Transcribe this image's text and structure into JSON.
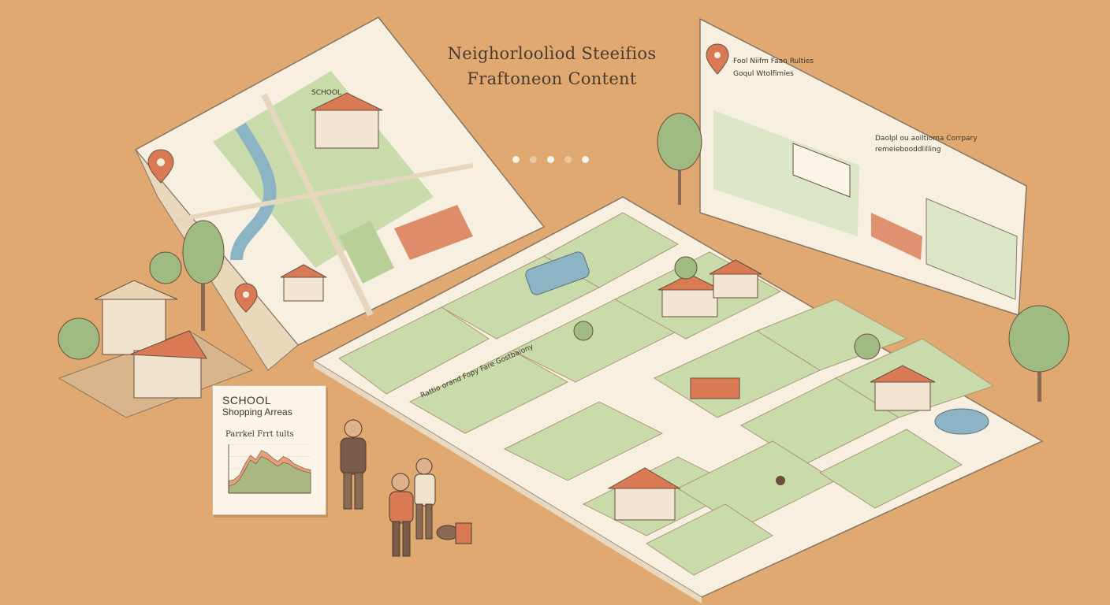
{
  "title": {
    "line1": "Neighorloolìod Steeifios",
    "line2": "Fraftoneon Content"
  },
  "carousel": {
    "count": 5,
    "active_index": 2
  },
  "info_card": {
    "title": "SCHOOL",
    "subtitle": "Shopping Arreas",
    "chart_title": "Parrkel Frrt tults"
  },
  "left_map": {
    "school_label": "SCHOOL"
  },
  "center_map": {
    "strip_label": "Rattio orand Fopy Fare Gostbaiony"
  },
  "right_panel": {
    "heading_lines": [
      "Fool Niifm Faan Rulties",
      "Goqul Wtolfimies"
    ],
    "text_lines": [
      "Daolpl ou aoiltioma Corrpary",
      "remeiebooddlilling"
    ]
  },
  "colors": {
    "background": "#e0a971",
    "paper": "#f7f0e1",
    "green": "#b9cf98",
    "terracotta": "#d97a54",
    "water": "#8db4c5",
    "ink": "#4a3b30"
  },
  "chart_data": {
    "type": "area",
    "title": "Parrkel Frrt tults",
    "x": [
      0,
      1,
      2,
      3,
      4,
      5,
      6,
      7,
      8,
      9,
      10,
      11,
      12,
      13,
      14,
      15
    ],
    "series": [
      {
        "values": [
          20,
          22,
          30,
          48,
          62,
          55,
          70,
          66,
          58,
          52,
          60,
          56,
          48,
          44,
          40,
          38
        ],
        "color": "#e08e66"
      },
      {
        "values": [
          12,
          14,
          22,
          38,
          54,
          48,
          60,
          56,
          50,
          44,
          50,
          48,
          42,
          38,
          35,
          33
        ],
        "color": "#9fbb82"
      }
    ],
    "ylim": [
      0,
      80
    ],
    "grid": true
  }
}
